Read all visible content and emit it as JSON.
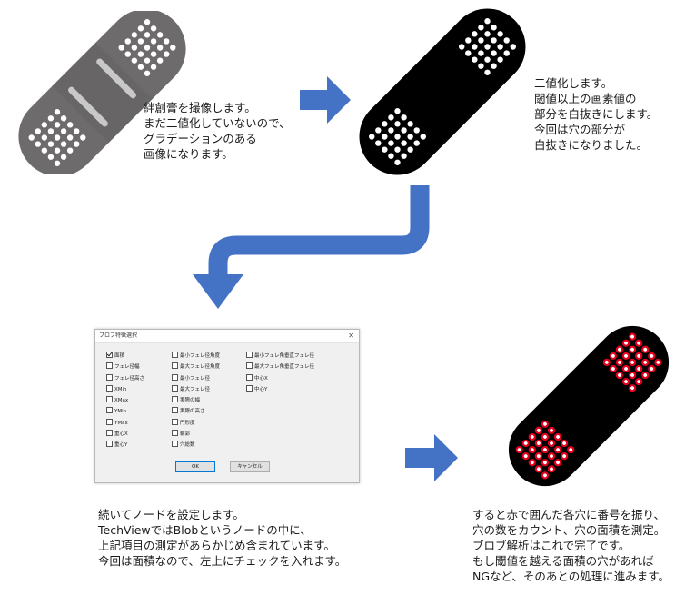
{
  "colors": {
    "arrow": "#4472c4",
    "gray_bandage": "#6e6b6c",
    "gray_stripe": "#c8c8c8",
    "black_bandage": "#000000",
    "blob_red": "#e6001e"
  },
  "captions": {
    "step1": "絆創膏を撮像します。\nまだ二値化していないので、\nグラデーションのある\n画像になります。",
    "step2": "二値化します。\n閾値以上の画素値の\n部分を白抜きにします。\n今回は穴の部分が\n白抜きになりました。",
    "step3": "続いてノードを設定します。\nTechViewではBlobというノードの中に、\n上記項目の測定があらかじめ含まれています。\n今回は面積なので、左上にチェックを入れます。",
    "step4": "すると赤で囲んだ各穴に番号を振り、\n穴の数をカウント、穴の面積を測定。\nブロブ解析はこれで完了です。\nもし閾値を越える面積の穴があれば\nNGなど、そのあとの処理に進みます。"
  },
  "dialog": {
    "title": "ブロブ特徴選択",
    "close": "✕",
    "columns": [
      [
        {
          "label": "面積",
          "checked": true
        },
        {
          "label": "フェレ径幅",
          "checked": false
        },
        {
          "label": "フェレ径高さ",
          "checked": false
        },
        {
          "label": "XMin",
          "checked": false
        },
        {
          "label": "XMax",
          "checked": false
        },
        {
          "label": "YMin",
          "checked": false
        },
        {
          "label": "YMax",
          "checked": false
        },
        {
          "label": "重心X",
          "checked": false
        },
        {
          "label": "重心Y",
          "checked": false
        }
      ],
      [
        {
          "label": "最小フェレ径角度",
          "checked": false
        },
        {
          "label": "最大フェレ径角度",
          "checked": false
        },
        {
          "label": "最小フェレ径",
          "checked": false
        },
        {
          "label": "最大フェレ径",
          "checked": false
        },
        {
          "label": "実際の幅",
          "checked": false
        },
        {
          "label": "実際の高さ",
          "checked": false
        },
        {
          "label": "円形度",
          "checked": false
        },
        {
          "label": "輪郭",
          "checked": false
        },
        {
          "label": "穴総数",
          "checked": false
        }
      ],
      [
        {
          "label": "最小フェレ角垂直フェレ径",
          "checked": false
        },
        {
          "label": "最大フェレ角垂直フェレ径",
          "checked": false
        },
        {
          "label": "中心X",
          "checked": false
        },
        {
          "label": "中心Y",
          "checked": false
        }
      ]
    ],
    "ok_label": "OK",
    "cancel_label": "キャンセル"
  }
}
